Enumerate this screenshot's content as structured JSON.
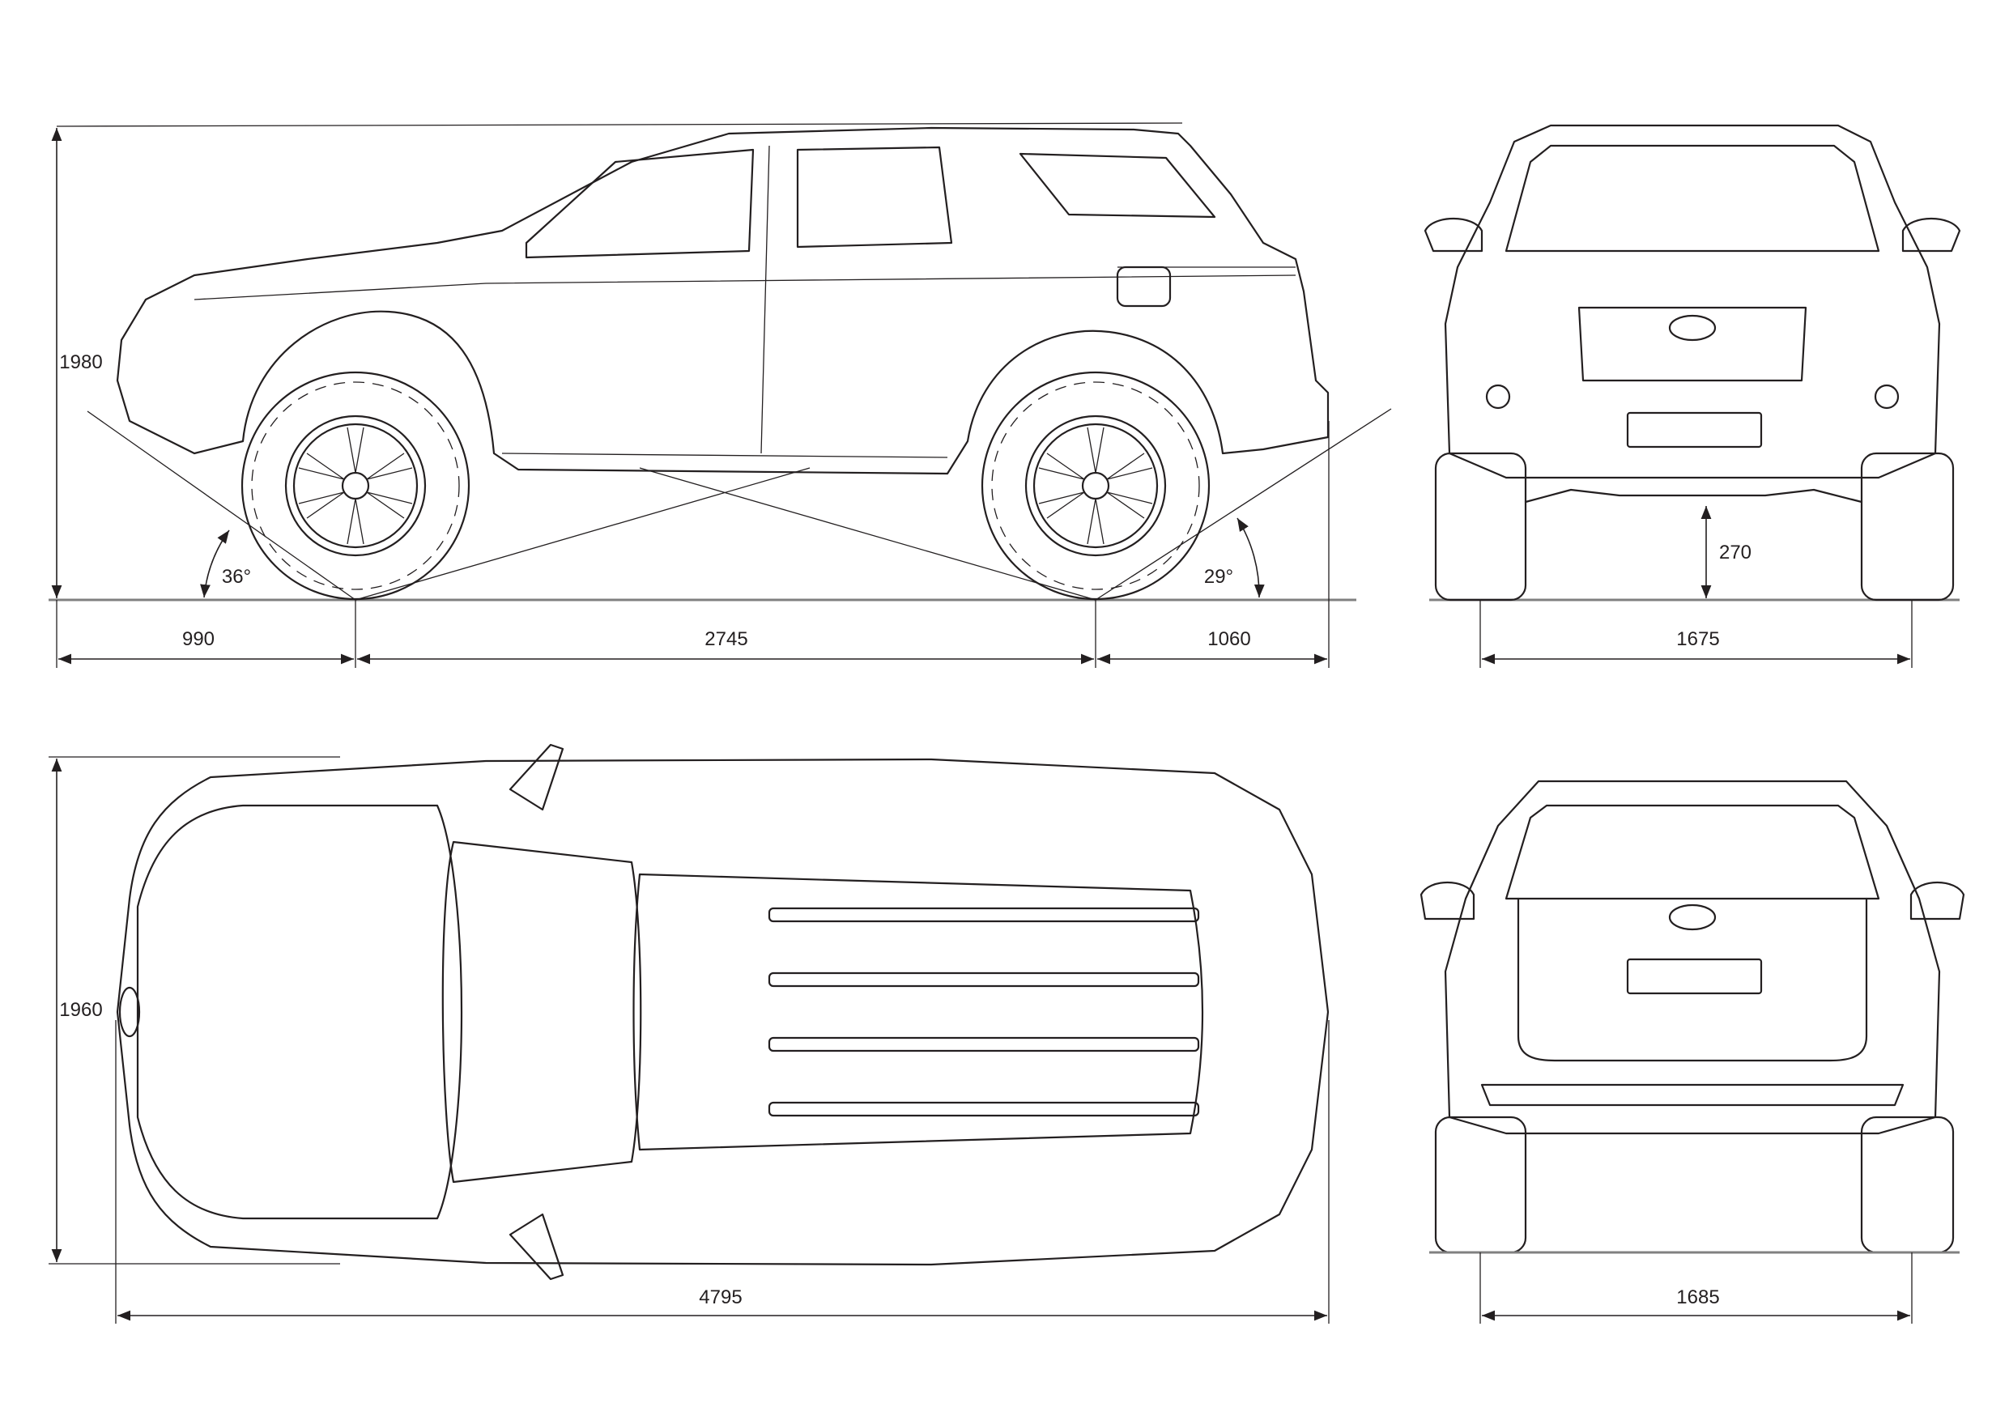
{
  "side_view": {
    "height": "1980",
    "front_overhang": "990",
    "wheelbase": "2745",
    "rear_overhang": "1060",
    "approach_angle": "36°",
    "departure_angle": "29°"
  },
  "front_view": {
    "ground_clearance": "270",
    "front_track": "1675"
  },
  "top_view": {
    "width": "1960",
    "length": "4795"
  },
  "rear_view": {
    "rear_track": "1685"
  },
  "colors": {
    "line": "#231f20",
    "ground": "#808080",
    "background": "#ffffff"
  }
}
